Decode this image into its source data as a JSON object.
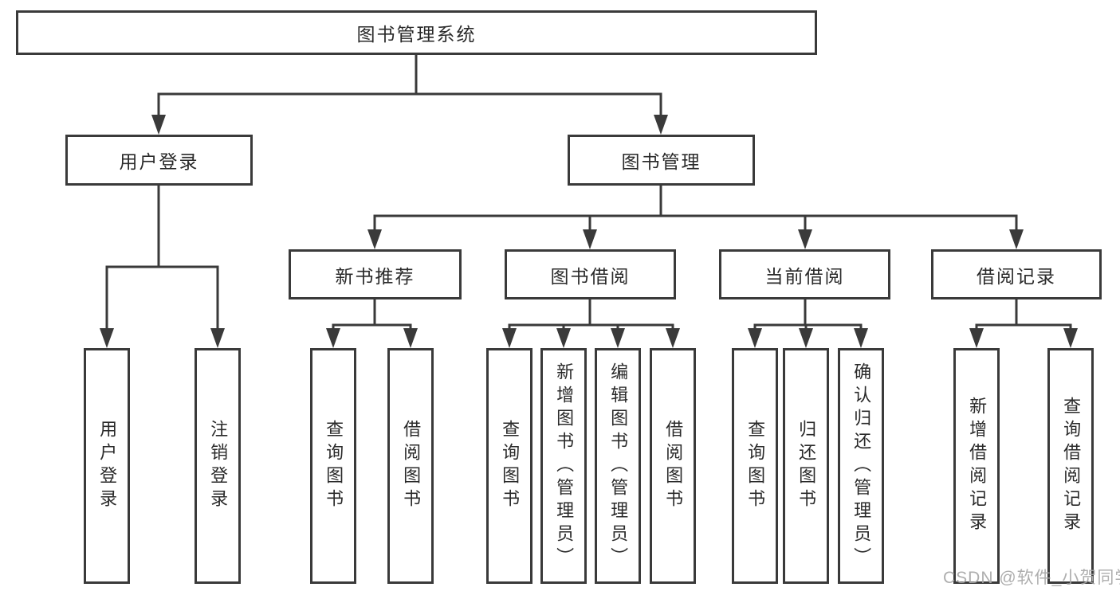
{
  "diagram": {
    "title": "图书管理系统",
    "branches": [
      {
        "label": "用户登录",
        "children": [
          "用户登录",
          "注销登录"
        ]
      },
      {
        "label": "图书管理",
        "sections": [
          {
            "label": "新书推荐",
            "children": [
              "查询图书",
              "借阅图书"
            ]
          },
          {
            "label": "图书借阅",
            "children": [
              "查询图书",
              "新增图书（管理员）",
              "编辑图书（管理员）",
              "借阅图书"
            ]
          },
          {
            "label": "当前借阅",
            "children": [
              "查询图书",
              "归还图书",
              "确认归还（管理员）"
            ]
          },
          {
            "label": "借阅记录",
            "children": [
              "新增借阅记录",
              "查询借阅记录"
            ]
          }
        ]
      }
    ]
  },
  "watermark": {
    "text": "CSDN @软件_小贺同学"
  },
  "colors": {
    "line": "#3a3a3a",
    "text": "#2a2a2a",
    "watermark": "#a8a8a8",
    "background": "#ffffff"
  }
}
